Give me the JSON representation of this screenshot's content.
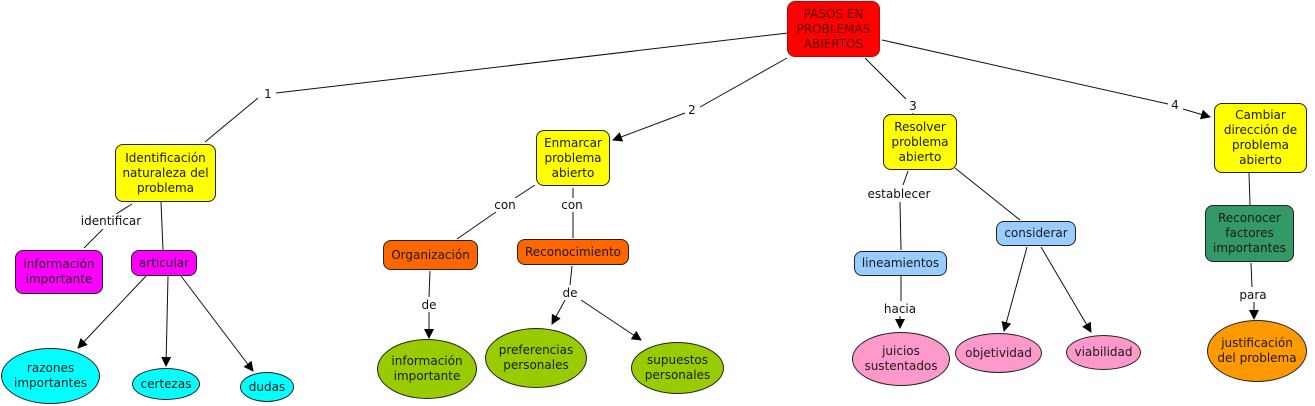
{
  "colors": {
    "root": "#ff0000",
    "step": "#ffff00",
    "magenta": "#ff00ff",
    "cyan": "#00ffff",
    "orange_dark": "#ff6600",
    "olive_green": "#99cc00",
    "light_blue": "#99ccff",
    "pink": "#ff99cc",
    "dark_green": "#339966",
    "orange": "#ff9900"
  },
  "nodes": {
    "root": "PASOS EN PROBLEMAS ABIERTOS",
    "step1": "Identificación naturaleza del problema",
    "step2": "Enmarcar problema abierto",
    "step3": "Resolver problema abierto",
    "step4": "Cambiar dirección de problema abierto",
    "info_importante_1": "información importante",
    "articular": "articular",
    "razones": "razones importantes",
    "certezas": "certezas",
    "dudas": "dudas",
    "organizacion": "Organización",
    "reconocimiento": "Reconocimiento",
    "info_importante_2": "información importante",
    "preferencias": "preferencias personales",
    "supuestos": "supuestos personales",
    "lineamientos": "lineamientos",
    "considerar": "considerar",
    "juicios": "juicios sustentados",
    "objetividad": "objetividad",
    "viabilidad": "viabilidad",
    "reconocer_factores": "Reconocer factores importantes",
    "justificacion": "justificación del problema"
  },
  "links": {
    "n1": "1",
    "n2": "2",
    "n3": "3",
    "n4": "4",
    "identificar": "identificar",
    "con_a": "con",
    "con_b": "con",
    "de_a": "de",
    "de_b": "de",
    "establecer": "establecer",
    "hacia": "hacia",
    "para": "para"
  }
}
